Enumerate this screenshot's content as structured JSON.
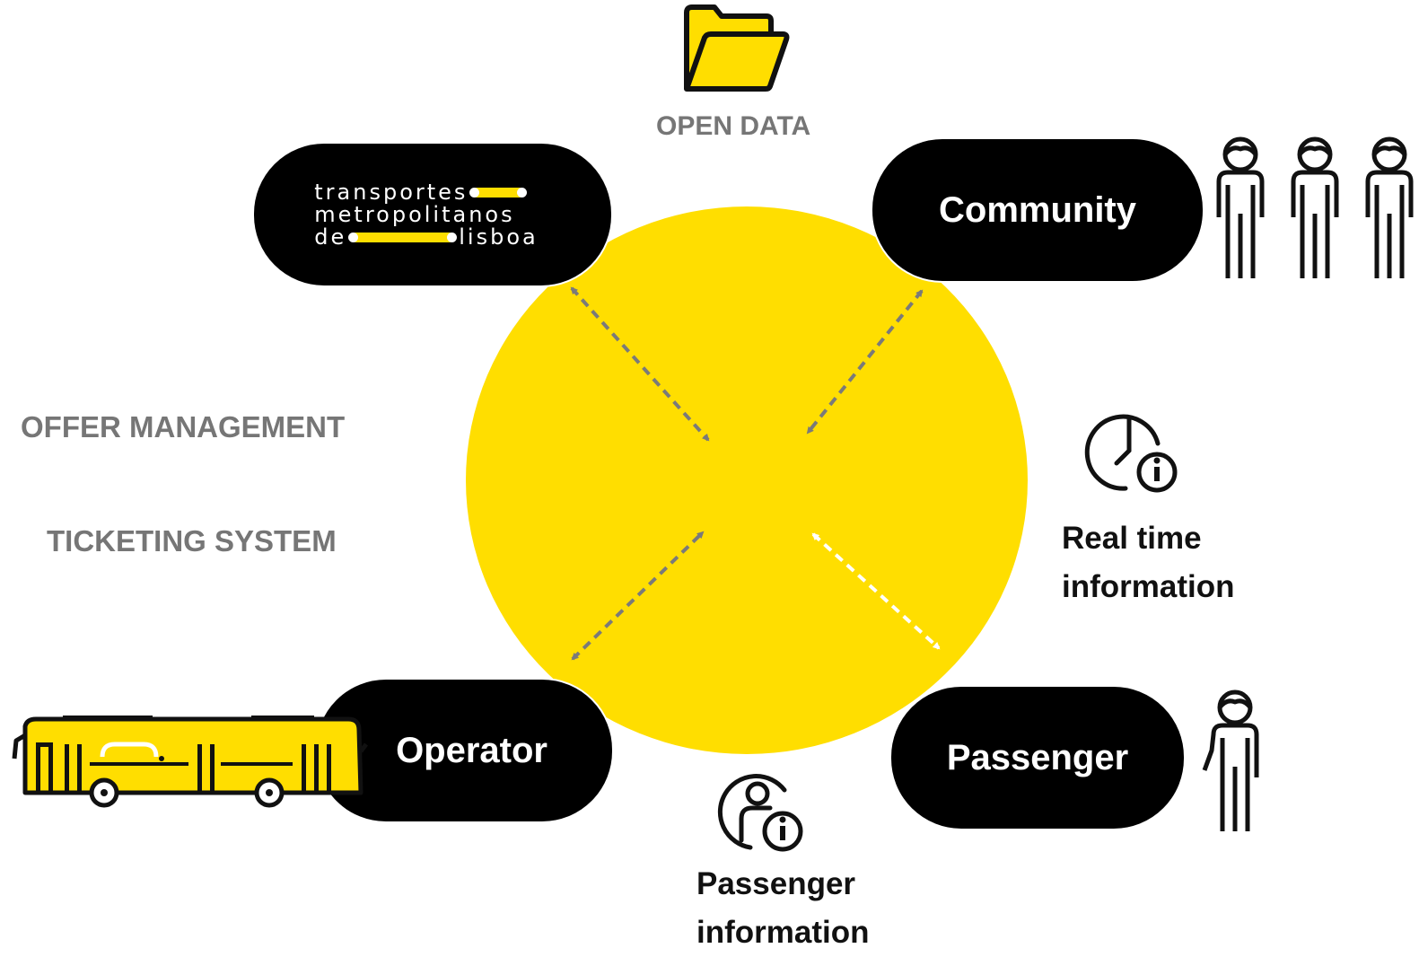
{
  "diagram": {
    "colors": {
      "accent": "#FFDE00",
      "pill": "#000000",
      "label_gray": "#767676",
      "arrow_gray": "#7a7a7a",
      "arrow_light": "#ffffff",
      "text_dark": "#111111"
    },
    "open_data": {
      "label": "OPEN DATA",
      "icon": "folder-icon"
    },
    "tml_logo": {
      "line1": "transportes",
      "line2": "metropolitanos",
      "line3_left": "de",
      "line3_right": "lisboa"
    },
    "community": {
      "label": "Community",
      "icon": "people-group-icon"
    },
    "operator": {
      "label": "Operator",
      "icon": "bus-icon"
    },
    "passenger": {
      "label": "Passenger",
      "icon": "person-icon"
    },
    "offer_management": {
      "label": "OFFER MANAGEMENT"
    },
    "ticketing_system": {
      "label": "TICKETING SYSTEM"
    },
    "real_time_info": {
      "line1": "Real time",
      "line2": "information",
      "icon": "clock-info-icon"
    },
    "passenger_info": {
      "line1": "Passenger",
      "line2": "information",
      "icon": "person-info-icon"
    },
    "connections": [
      {
        "from": "tml_logo",
        "to": "hub",
        "style": "dashed",
        "color": "gray"
      },
      {
        "from": "community",
        "to": "hub",
        "style": "dashed",
        "color": "gray"
      },
      {
        "from": "operator",
        "to": "hub",
        "style": "dashed",
        "color": "gray"
      },
      {
        "from": "passenger",
        "to": "hub",
        "style": "dashed",
        "color": "white"
      }
    ]
  }
}
